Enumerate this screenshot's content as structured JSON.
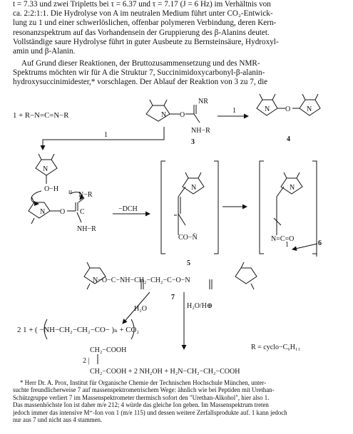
{
  "intro_lines": [
    "t = 7.33 und zwei Tripletts bei τ = 6.37 und τ = 7.17 (J = 6 Hz) im Verhältnis von",
    "ca. 2:2:1:1. Die Hydrolyse von A im neutralen Medium führt unter CO₂-Entwick-",
    "lung zu 1 und einer schwerlöslichen, offenbar polymeren Verbindung, deren Kern-",
    "resonanzspektrum auf das Vorhandensein der Gruppierung des β-Alanins deutet.",
    "Vollständige saure Hydrolyse führt in guter Ausbeute zu Bernsteinsäure, Hydroxyl-",
    "amin und β-Alanin."
  ],
  "para2_lines": [
    "Auf Grund dieser Reaktionen, der Bruttozusammensetzung und des NMR-",
    "Spektrums möchten wir für A die Struktur 7, Succinimidoxycarbonyl-β-alanin-",
    "hydroxysuccinimidester,* vorschlagen. Der Ablauf der Reaktion von 3 zu 7, die"
  ],
  "scheme": {
    "reactant": "1 + R−N=C=N−R",
    "compound_3_nr": "NR",
    "compound_3_nhr": "NH−R",
    "arrow_1": "1",
    "arrow_1b": "1",
    "arrow_1c": "1",
    "label_3": "3",
    "label_4": "4",
    "label_5": "5",
    "label_6": "6",
    "label_7": "7",
    "n_atom": "N",
    "o_atom": "O",
    "c_atom": "C",
    "o_h": "O−H",
    "nr_lower": "N−R",
    "nh_r_lower": "NH−R",
    "h_plus": "H",
    "minus_dch": "−DCH",
    "co_n": "CO−N̄",
    "n_c_o": "N=C=O",
    "chain_7": "N−O−C−NH−CH₂−CH₂−C−O−N",
    "h2o": "H₂O",
    "h2o_h": "H₂O/H⊕",
    "polymer": "2 1 + ( −NH−CH₂−CH₂−CO− )ₙ + CO₂",
    "r_def": "R = cyclo−C₆H₁₁",
    "succinic_top": "CH₂−COOH",
    "succinic_2": "2 |",
    "products": "CH₂−COOH + 2 NH₂OH + H₂N−CH₂−CH₂−COOH"
  },
  "footnote_lines": [
    "* Herr Dr. A. Prox, Institut für Organische Chemie der Technischen Hochschule München, unter-",
    "suchte freundlicherweise 7 auf massenspektrometrischem Wege: ähnlich wie bei Peptiden mit Urethan-",
    "Schützgruppe verliert 7 im Massenspektrometer thermisch sofort den \"Urethan-Alkohol\", hier also 1.",
    "Das massenhöchste Ion ist daher m/e 212; 4 würde das gleiche Ion geben. Im Massenspektrum treten",
    "jedoch immer das intensive M⁺-Ion von 1 (m/e 115) und dessen weitere Zerfallsprodukte auf. 1 kann jedoch",
    "nur aus 7 und nicht aus 4 stammen."
  ]
}
